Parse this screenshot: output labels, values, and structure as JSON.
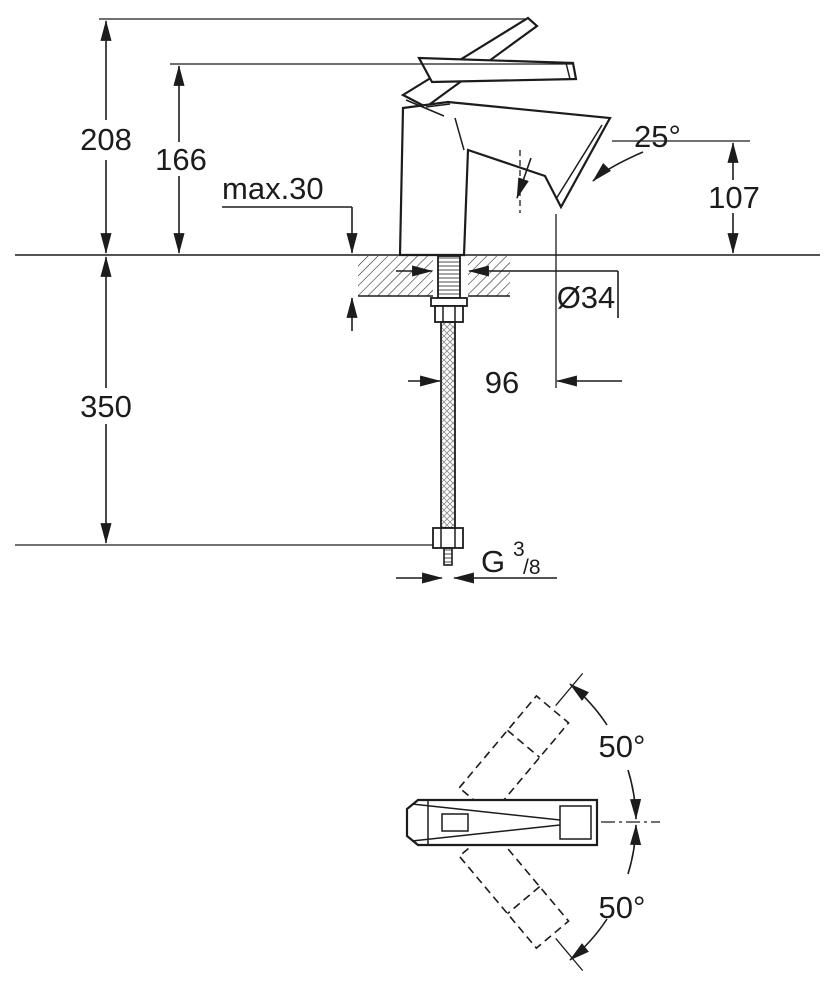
{
  "drawing": {
    "type": "technical-dimension-drawing",
    "subject": "single-lever-basin-faucet",
    "colors": {
      "line": "#1c1c1c",
      "background": "#ffffff"
    },
    "labels": {
      "total_height": "208",
      "lever_height": "166",
      "max_counter_thickness": "max.30",
      "spout_angle": "25°",
      "outlet_height": "107",
      "hole_diameter": "Ø34",
      "spout_reach": "96",
      "hose_length": "350",
      "thread_letter": "G",
      "thread_numerator": "3",
      "thread_denominator": "/8",
      "swivel_angle_top": "50°",
      "swivel_angle_bottom": "50°"
    }
  }
}
